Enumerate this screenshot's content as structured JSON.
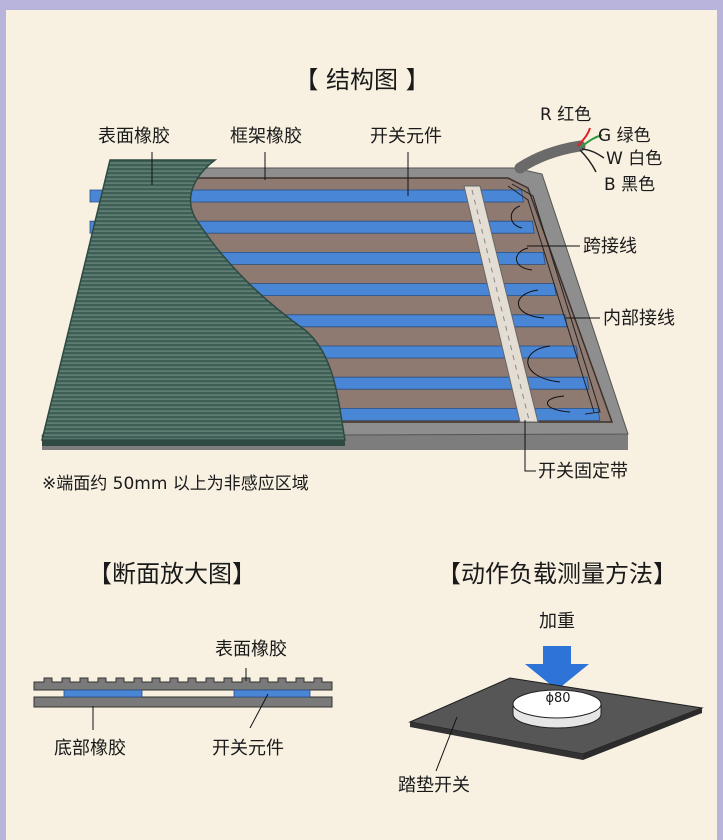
{
  "colors": {
    "frame_border": "#b8b4dc",
    "background": "#f8f1e2",
    "rubber_surface": "#3e5f55",
    "frame_gray": "#8d8d8d",
    "switch_element": "#4a86d6",
    "inner_brown": "#8e7a70",
    "wire_red": "#e02020",
    "wire_green": "#2f9b3b",
    "load_arrow": "#2d73d8"
  },
  "titles": {
    "structure": "【 结构图 】",
    "section": "【断面放大图】",
    "load_method": "【动作负载测量方法】"
  },
  "structure_labels": {
    "surface_rubber": "表面橡胶",
    "frame_rubber": "框架橡胶",
    "switch_element": "开关元件",
    "jumper_wire": "跨接线",
    "internal_wiring": "内部接线",
    "fixing_tape": "开关固定带",
    "wire_r": "R 红色",
    "wire_g": "G 绿色",
    "wire_w": "W 白色",
    "wire_b": "B 黑色"
  },
  "note": "※端面约 50mm 以上为非感应区域",
  "section_labels": {
    "surface_rubber": "表面橡胶",
    "bottom_rubber": "底部橡胶",
    "switch_element": "开关元件"
  },
  "load_labels": {
    "load": "加重",
    "diameter": "ϕ80",
    "mat_switch": "踏垫开关"
  }
}
